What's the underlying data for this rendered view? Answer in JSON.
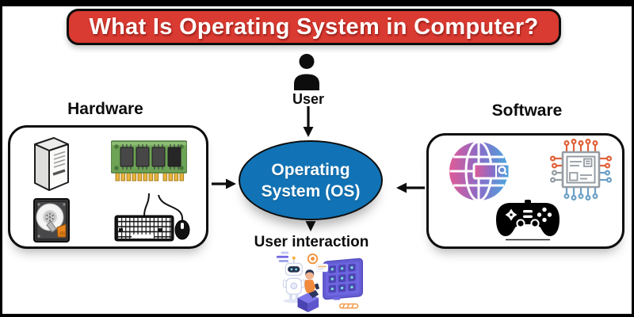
{
  "title": "What Is Operating System in Computer?",
  "diagram": {
    "center": {
      "line1": "Operating",
      "line2": "System (OS)"
    },
    "top": {
      "label": "User",
      "icon": "user-icon"
    },
    "left": {
      "label": "Hardware",
      "icons": [
        "computer-tower-icon",
        "ram-memory-icon",
        "hard-disk-icon",
        "keyboard-mouse-icon"
      ]
    },
    "right": {
      "label": "Software",
      "icons": [
        "browser-globe-search-icon",
        "circuit-chip-document-icon",
        "game-controller-icon"
      ]
    },
    "bottom": {
      "label": "User interaction",
      "icon": "user-interaction-illustration"
    },
    "arrows": [
      "arrow-user-to-os",
      "arrow-hardware-to-os",
      "arrow-software-to-os",
      "arrow-os-to-interaction"
    ]
  },
  "colors": {
    "banner_red": "#d93a31",
    "os_blue": "#1173b5",
    "ink": "#111111",
    "ram_green": "#6ca355",
    "pin_gold": "#e8b43e",
    "hdd_orange": "#e8851c",
    "globe_pink": "#e05a96",
    "globe_violet": "#8a6cc8",
    "globe_blue": "#4aa6de",
    "circuit_orange": "#e06038",
    "circuit_blue": "#6b9fc4",
    "circuit_gray": "#969ca3",
    "illustration_purple": "#655dd4",
    "illustration_orange": "#f08a3c"
  }
}
